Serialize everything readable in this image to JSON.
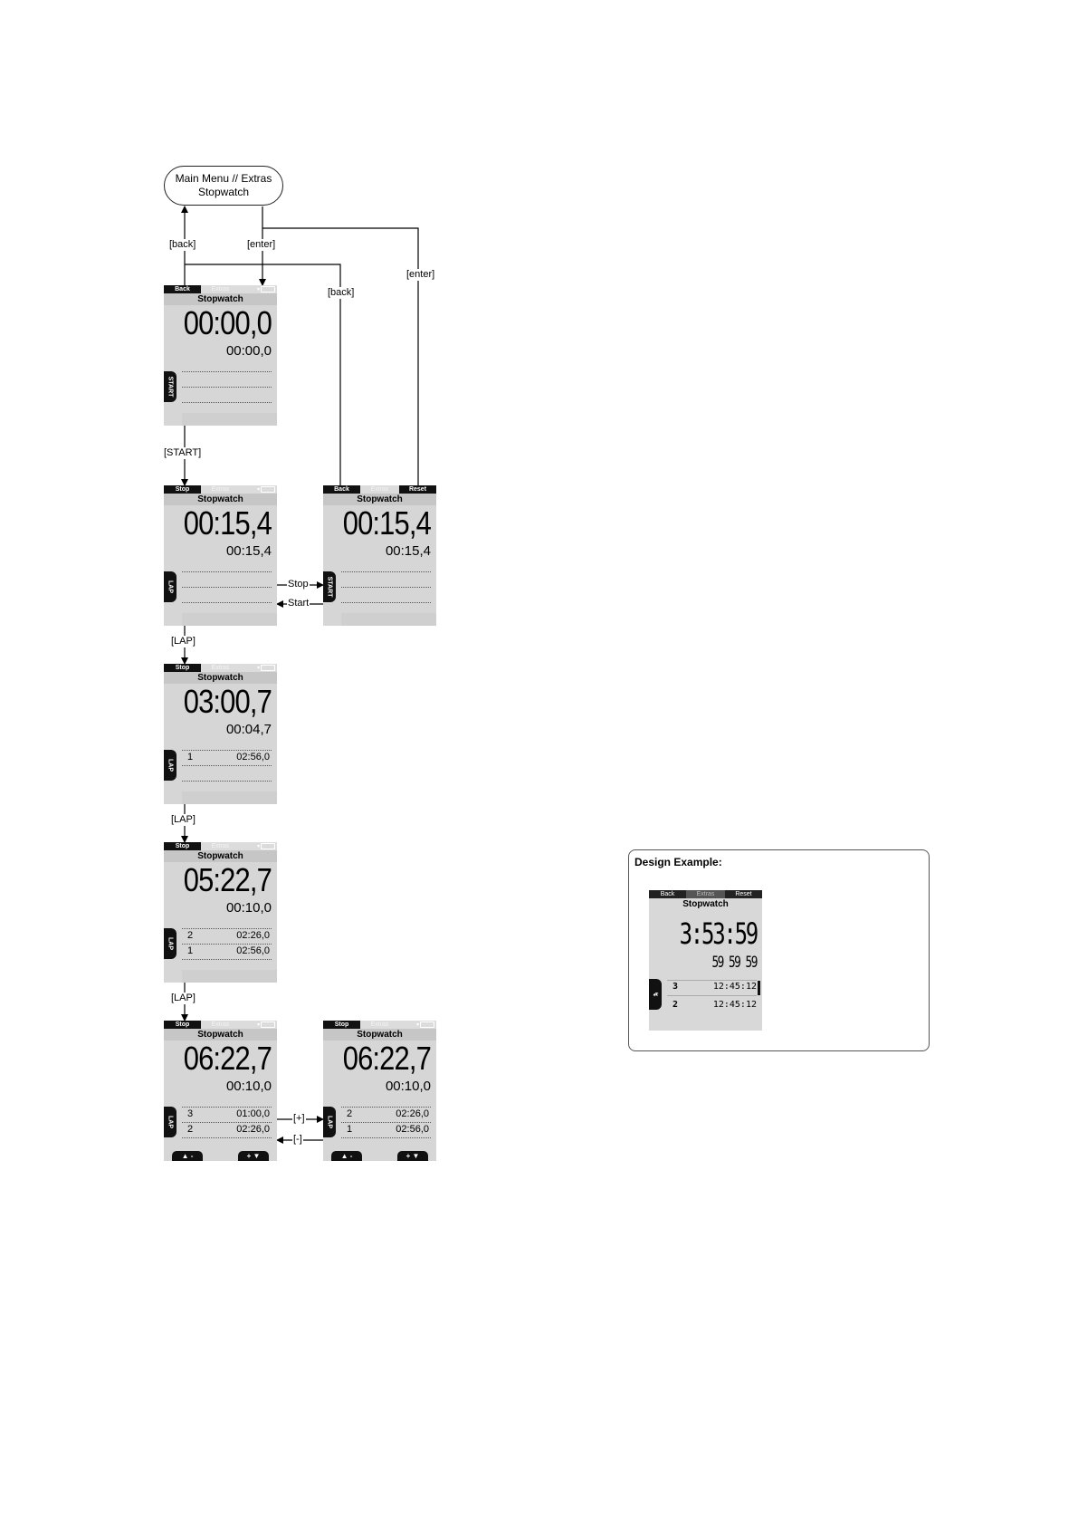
{
  "start_node": {
    "line1": "Main Menu // Extras",
    "line2": "Stopwatch"
  },
  "transitions": {
    "back_top": "[back]",
    "enter_top": "[enter]",
    "back_right": "[back]",
    "enter_right": "[enter]",
    "start": "[START]",
    "stop": "Stop",
    "start_back": "Start",
    "lap_1": "[LAP]",
    "lap_2": "[LAP]",
    "lap_3": "[LAP]",
    "plus": "[+]",
    "minus": "[-]"
  },
  "screens": [
    {
      "left": "Back",
      "right": "",
      "header": "Extras",
      "title": "Stopwatch",
      "big": "00:00,0",
      "small": "00:00,0",
      "tab": "START",
      "rows": [],
      "nav_left": "",
      "nav_right": ""
    },
    {
      "left": "Stop",
      "right": "",
      "header": "Extras",
      "title": "Stopwatch",
      "big": "00:15,4",
      "small": "00:15,4",
      "tab": "LAP",
      "rows": [],
      "nav_left": "",
      "nav_right": ""
    },
    {
      "left": "Back",
      "right": "Reset",
      "header": "Extras",
      "title": "Stopwatch",
      "big": "00:15,4",
      "small": "00:15,4",
      "tab": "START",
      "rows": [],
      "nav_left": "",
      "nav_right": ""
    },
    {
      "left": "Stop",
      "right": "",
      "header": "Extras",
      "title": "Stopwatch",
      "big": "03:00,7",
      "small": "00:04,7",
      "tab": "LAP",
      "rows": [
        {
          "n": "1",
          "t": "02:56,0"
        }
      ],
      "nav_left": "",
      "nav_right": ""
    },
    {
      "left": "Stop",
      "right": "",
      "header": "Extras",
      "title": "Stopwatch",
      "big": "05:22,7",
      "small": "00:10,0",
      "tab": "LAP",
      "rows": [
        {
          "n": "2",
          "t": "02:26,0"
        },
        {
          "n": "1",
          "t": "02:56,0"
        }
      ],
      "nav_left": "",
      "nav_right": ""
    },
    {
      "left": "Stop",
      "right": "",
      "header": "Extras",
      "title": "Stopwatch",
      "big": "06:22,7",
      "small": "00:10,0",
      "tab": "LAP",
      "rows": [
        {
          "n": "3",
          "t": "01:00,0"
        },
        {
          "n": "2",
          "t": "02:26,0"
        }
      ],
      "nav_left": "▲ -",
      "nav_right": "+ ▼"
    },
    {
      "left": "Stop",
      "right": "",
      "header": "Extras",
      "title": "Stopwatch",
      "big": "06:22,7",
      "small": "00:10,0",
      "tab": "LAP",
      "rows": [
        {
          "n": "2",
          "t": "02:26,0"
        },
        {
          "n": "1",
          "t": "02:56,0"
        }
      ],
      "nav_left": "▲ -",
      "nav_right": "+ ▼"
    }
  ],
  "design_example": {
    "title": "Design Example:",
    "left": "Back",
    "header": "Extras",
    "right": "Reset",
    "screen_title": "Stopwatch",
    "big": "3:53:59",
    "small": "59 59 59",
    "rows": [
      {
        "n": "3",
        "t": "12:45:12"
      },
      {
        "n": "2",
        "t": "12:45:12"
      }
    ]
  }
}
